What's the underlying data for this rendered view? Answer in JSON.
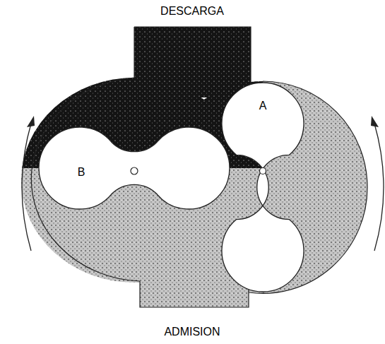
{
  "diagram": {
    "labels": [
      "DESCARGA",
      "A",
      "B",
      "ADMISION"
    ]
  }
}
